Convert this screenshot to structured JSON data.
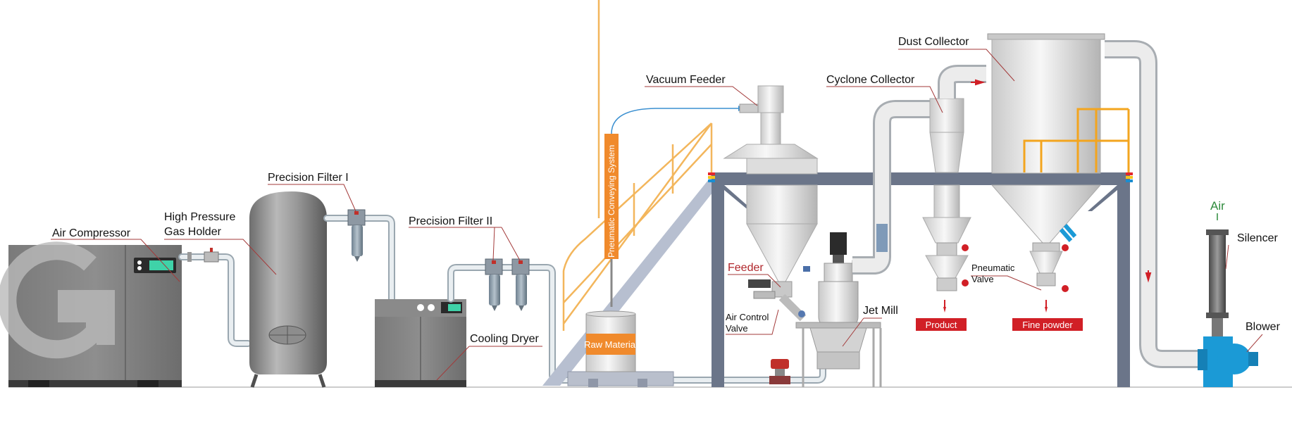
{
  "labels": {
    "air_compressor": "Air Compressor",
    "high_pressure_1": "High Pressure",
    "high_pressure_2": "Gas Holder",
    "precision_filter_1": "Precision Filter I",
    "precision_filter_2": "Precision Filter II",
    "cooling_dryer": "Cooling Dryer",
    "pneumatic_conveying": "Pneumatic Conveying System",
    "raw_material": "Raw Material",
    "vacuum_feeder": "Vacuum Feeder",
    "feeder": "Feeder",
    "air_control_1": "Air Control",
    "air_control_2": "Valve",
    "jet_mill": "Jet Mill",
    "cyclone_collector": "Cyclone Collector",
    "dust_collector": "Dust Collector",
    "pneumatic_valve_1": "Pneumatic",
    "pneumatic_valve_2": "Valve",
    "product": "Product",
    "fine_powder": "Fine powder",
    "air": "Air",
    "silencer": "Silencer",
    "blower": "Blower"
  },
  "colors": {
    "leader": "#a33a3a",
    "frame": "#6b7589",
    "orange": "#f08a2c",
    "red_tag": "#d11f26",
    "blower": "#1b9ad6",
    "dark_unit": "#5d5d5d"
  }
}
